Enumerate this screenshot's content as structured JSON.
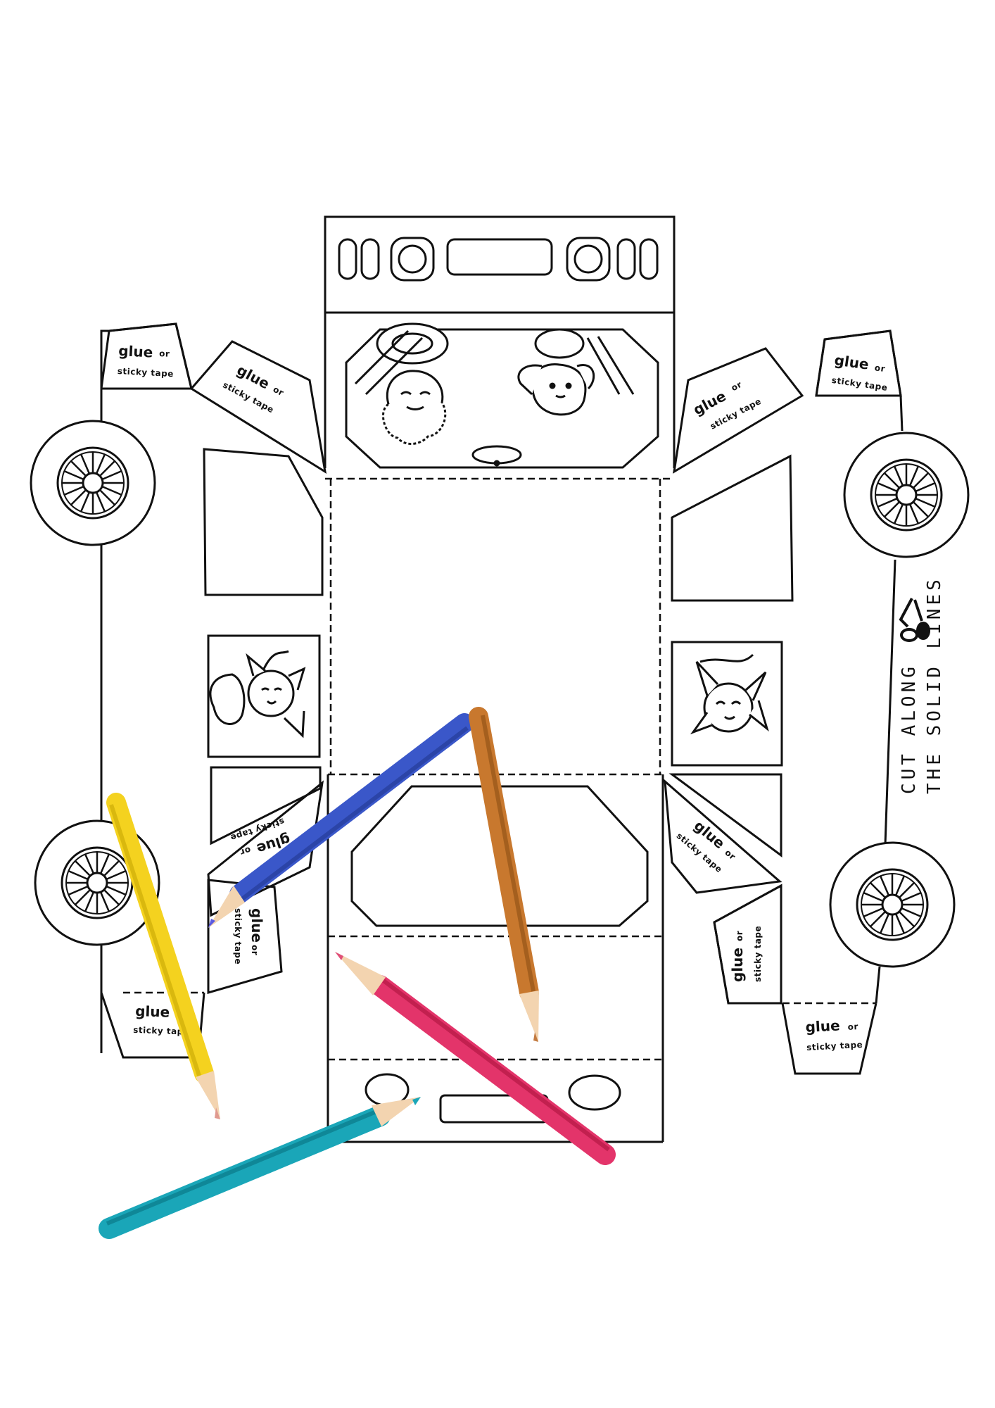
{
  "tabs": {
    "glue_word": "glue",
    "or_word": "or",
    "tape_word": "sticky tape"
  },
  "instruction": {
    "line1": "CUT ALONG",
    "line2": "THE SOLID LINES",
    "icon": "scissors-icon"
  },
  "colors": {
    "line": "#111111",
    "pencil_yellow": "#f4d21f",
    "pencil_blue": "#3a57c9",
    "pencil_brown": "#c8782e",
    "pencil_pink": "#e3346a",
    "pencil_teal": "#1aa6b8",
    "pencil_wood": "#f3d4b0"
  }
}
